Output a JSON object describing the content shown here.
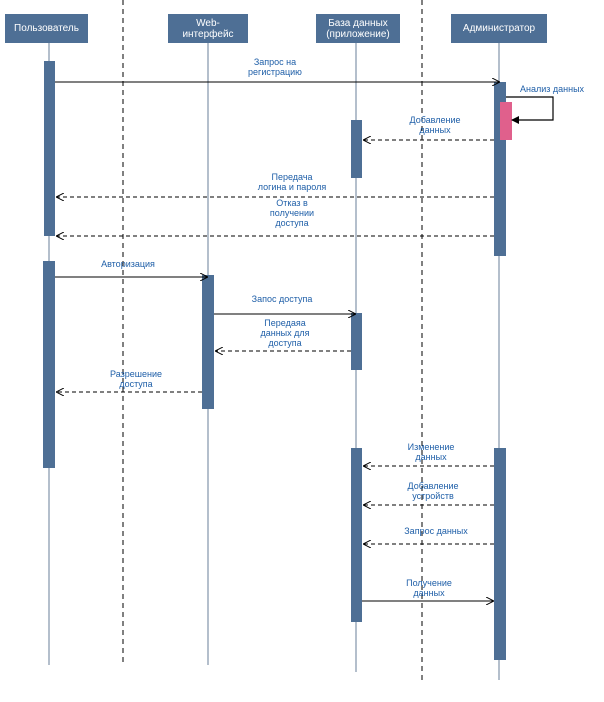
{
  "colors": {
    "actor_fill": "#4e6f95",
    "actor_text": "#ffffff",
    "activation": "#4e6f95",
    "self_activation": "#e0608c",
    "lifeline": "#6a7f99",
    "arrow": "#000000",
    "label": "#1f5fa8"
  },
  "actors": {
    "user": "Пользователь",
    "web": "Web-\nинтерфейс",
    "db": "База данных\n(приложение)",
    "admin": "Администратор"
  },
  "messages": {
    "reg_request": "Запрос на\nрегистрацию",
    "data_analysis": "Анализ данных",
    "add_data": "Добавление\nданных",
    "send_login": "Передача\nлогина и пароля",
    "access_denied": "Отказ в\nполучении\nдоступа",
    "authorization": "Авторизация",
    "access_request": "Запос доступа",
    "send_access_data": "Передаяа\nданных для\nдоступа",
    "access_granted": "Разрешение\nдоступа",
    "change_data": "Изменение\nданных",
    "add_device": "Добавление\nустройств",
    "data_request": "Запрос данных",
    "receive_data": "Получение\nданных"
  }
}
